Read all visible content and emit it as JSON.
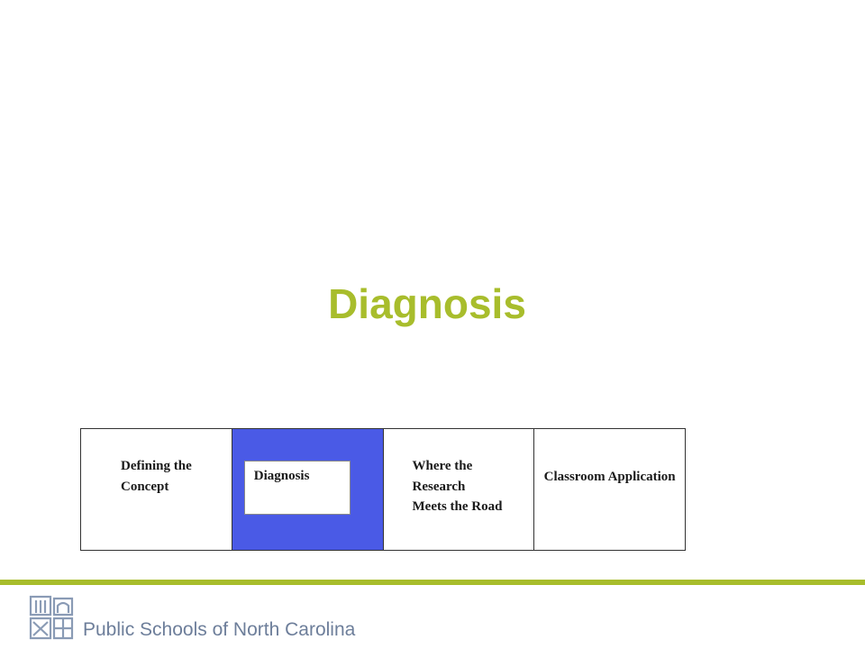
{
  "slide": {
    "title": "Diagnosis"
  },
  "nav": {
    "items": [
      {
        "label": "Defining the Concept",
        "active": false
      },
      {
        "label": "Diagnosis",
        "active": true
      },
      {
        "label": "Where the Research Meets the Road",
        "active": false
      },
      {
        "label": "Classroom Application",
        "active": false
      }
    ],
    "active_color": "#4a5ae6"
  },
  "footer": {
    "org_name": "Public Schools of North Carolina",
    "logo_icon": "nc-public-schools-logo-icon",
    "rule_color": "#a8bd2c",
    "text_color": "#6d7e9a"
  },
  "colors": {
    "title": "#a8bd2c"
  }
}
